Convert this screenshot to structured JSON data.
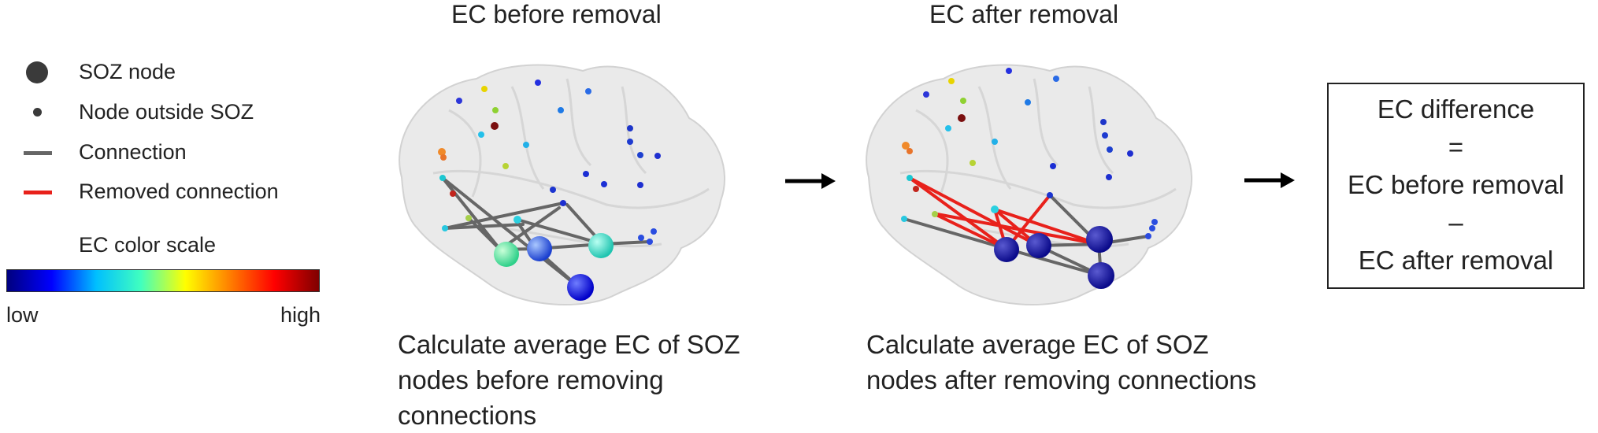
{
  "legend": {
    "items": [
      {
        "label": "SOZ node"
      },
      {
        "label": "Node outside SOZ"
      },
      {
        "label": "Connection",
        "color": "#666666"
      },
      {
        "label": "Removed connection",
        "color": "#e8211b"
      }
    ],
    "color_scale": {
      "title": "EC color scale",
      "low_label": "low",
      "high_label": "high",
      "colors": [
        "#00007f",
        "#0000ff",
        "#00bfff",
        "#40ffbf",
        "#ffff00",
        "#ff7f00",
        "#ff0000",
        "#7f0000"
      ]
    }
  },
  "panels": [
    {
      "title": "EC before removal",
      "caption": "Calculate average EC of SOZ nodes before removing connections"
    },
    {
      "title": "EC after removal",
      "caption": "Calculate average EC of SOZ nodes after removing connections"
    }
  ],
  "equation": {
    "line1": "EC difference",
    "line2": "=",
    "line3": "EC before removal",
    "line4": "–",
    "line5": "EC after removal"
  }
}
